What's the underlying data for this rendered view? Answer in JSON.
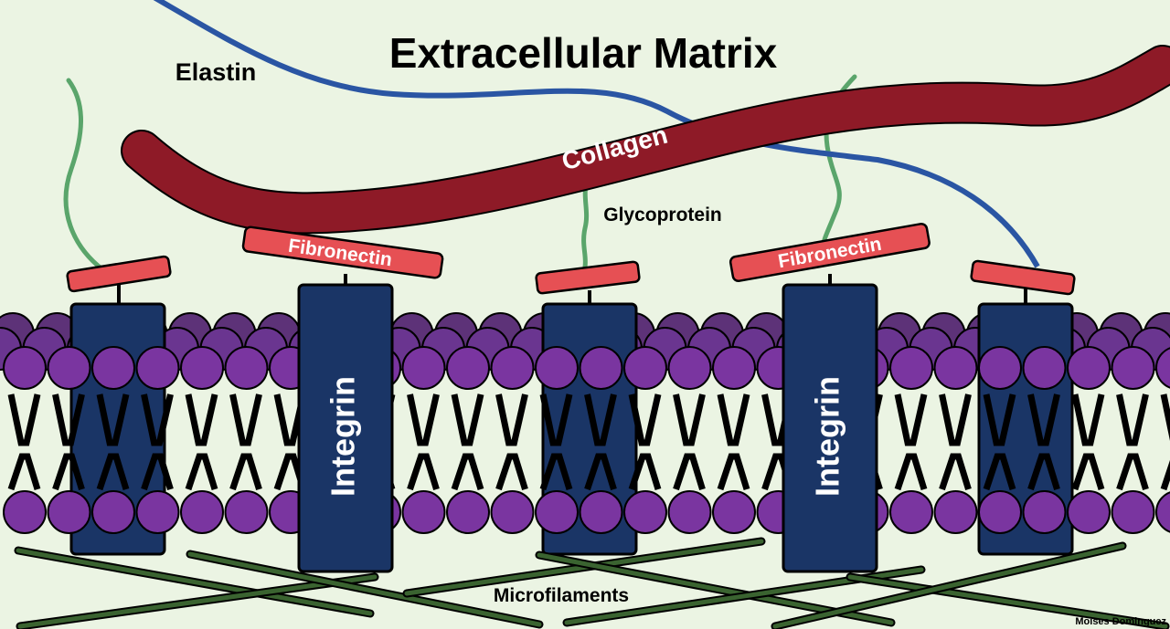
{
  "title": "Extracellular Matrix",
  "labels": {
    "elastin": "Elastin",
    "collagen": "Collagen",
    "glycoprotein": "Glycoprotein",
    "fibronectin_left": "Fibronectin",
    "fibronectin_right": "Fibronectin",
    "integrin_left": "Integrin",
    "integrin_right": "Integrin",
    "microfilaments": "Microfilaments"
  },
  "credit": "Moises Dominguez",
  "colors": {
    "background": "#ebf4e3",
    "elastin": "#2a55a3",
    "collagen": "#8e1a27",
    "glycoprotein": "#5aa56b",
    "fibronectin": "#e65054",
    "integrin": "#1a3566",
    "phospholipid_head": "#7a35a0",
    "phospholipid_head_back": "#5d3278",
    "microfilament": "#3a6330"
  }
}
